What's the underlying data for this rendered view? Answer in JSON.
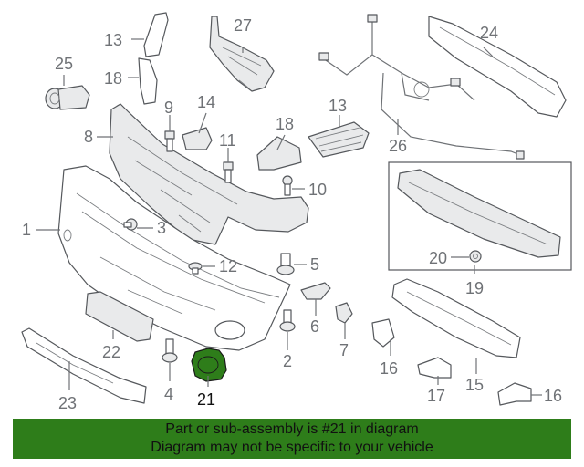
{
  "diagram": {
    "highlighted_part": "21",
    "highlight_color": "#2e7d1a",
    "callouts": [
      {
        "id": "c1",
        "label": "1"
      },
      {
        "id": "c2",
        "label": "2"
      },
      {
        "id": "c3",
        "label": "3"
      },
      {
        "id": "c4",
        "label": "4"
      },
      {
        "id": "c5",
        "label": "5"
      },
      {
        "id": "c6",
        "label": "6"
      },
      {
        "id": "c7",
        "label": "7"
      },
      {
        "id": "c8",
        "label": "8"
      },
      {
        "id": "c9",
        "label": "9"
      },
      {
        "id": "c10",
        "label": "10"
      },
      {
        "id": "c11",
        "label": "11"
      },
      {
        "id": "c12",
        "label": "12"
      },
      {
        "id": "c13a",
        "label": "13"
      },
      {
        "id": "c13b",
        "label": "13"
      },
      {
        "id": "c14",
        "label": "14"
      },
      {
        "id": "c15",
        "label": "15"
      },
      {
        "id": "c16a",
        "label": "16"
      },
      {
        "id": "c16b",
        "label": "16"
      },
      {
        "id": "c17",
        "label": "17"
      },
      {
        "id": "c18a",
        "label": "18"
      },
      {
        "id": "c18b",
        "label": "18"
      },
      {
        "id": "c19",
        "label": "19"
      },
      {
        "id": "c20",
        "label": "20"
      },
      {
        "id": "c21",
        "label": "21"
      },
      {
        "id": "c22",
        "label": "22"
      },
      {
        "id": "c23",
        "label": "23"
      },
      {
        "id": "c24",
        "label": "24"
      },
      {
        "id": "c25",
        "label": "25"
      },
      {
        "id": "c26",
        "label": "26"
      },
      {
        "id": "c27",
        "label": "27"
      }
    ]
  },
  "banner": {
    "line1": "Part or sub-assembly is #21 in diagram",
    "line2": "Diagram may not be specific to your vehicle",
    "background": "#2e7d1a"
  }
}
